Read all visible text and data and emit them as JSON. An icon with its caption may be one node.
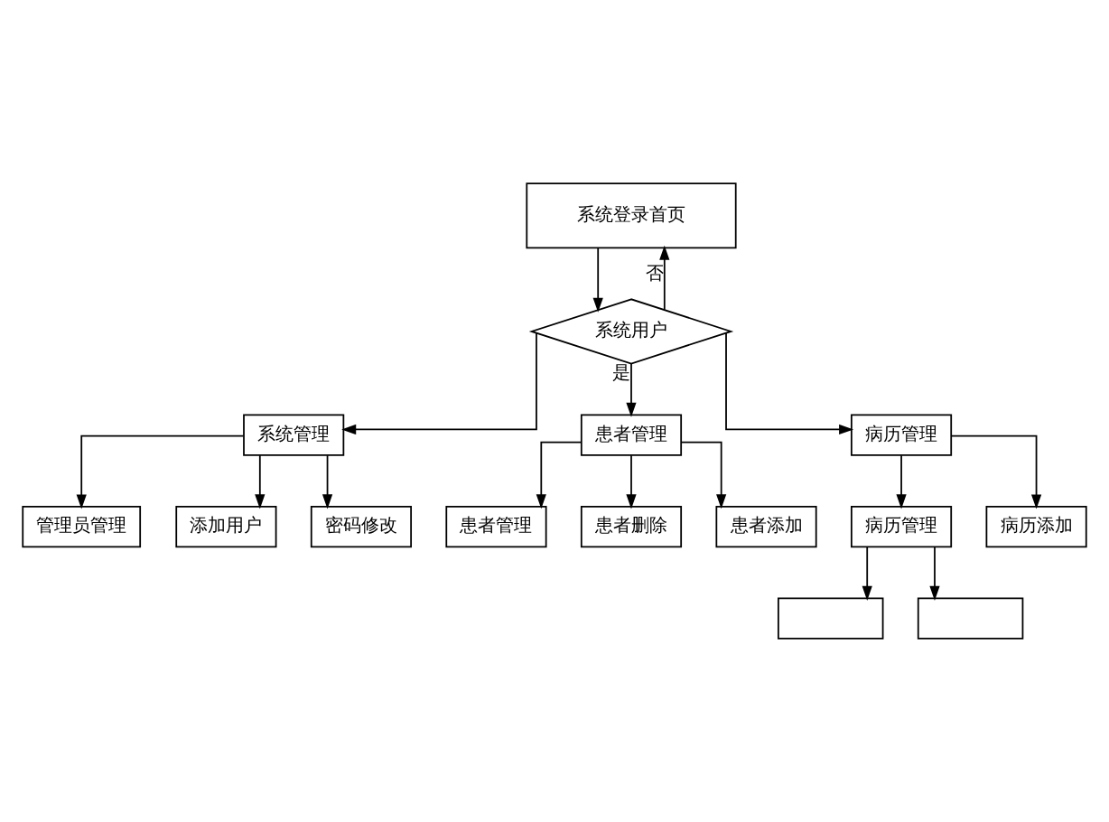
{
  "diagram": {
    "nodes": [
      {
        "text": [
          "系统登录首页"
        ]
      },
      {
        "text": [
          "系统用户"
        ]
      },
      {
        "text": [
          "系统管理"
        ]
      },
      {
        "text": [
          "患者管理"
        ]
      },
      {
        "text": [
          "病历管理"
        ]
      },
      {
        "text": [
          "患者管理"
        ]
      },
      {
        "text": [
          "患者删除"
        ]
      },
      {
        "text": [
          "患者添加"
        ]
      },
      {
        "text": [
          "病历管理"
        ]
      },
      {
        "text": [
          "病历添加"
        ]
      },
      {
        "text": [
          "管理员管理"
        ]
      },
      {
        "text": [
          "添加用户"
        ]
      },
      {
        "text": [
          "密码修改"
        ]
      },
      {
        "text": [],
        "shape": "box"
      },
      {
        "text": [],
        "shape": "box"
      }
    ],
    "edges": [
      {
        "from": 0,
        "to": 1,
        "arrow": "to"
      },
      {
        "from": 1,
        "to": 0,
        "arrow": "to",
        "label": "否"
      },
      {
        "from": 1,
        "to": 2,
        "arrow": "to"
      },
      {
        "from": 1,
        "to": 3,
        "arrow": "to",
        "label": "是"
      },
      {
        "from": 1,
        "to": 4,
        "arrow": "to"
      },
      {
        "from": 3,
        "to": 5,
        "arrow": "to"
      },
      {
        "from": 3,
        "to": 6,
        "arrow": "to"
      },
      {
        "from": 3,
        "to": 7,
        "arrow": "to"
      },
      {
        "from": 4,
        "to": 8,
        "arrow": "to"
      },
      {
        "from": 4,
        "to": 9,
        "arrow": "to"
      },
      {
        "from": 2,
        "to": 10,
        "arrow": "to"
      },
      {
        "from": 2,
        "to": 11,
        "arrow": "to"
      },
      {
        "from": 2,
        "to": 12,
        "arrow": "to"
      },
      {
        "from": 8,
        "to": 13,
        "arrow": "to"
      },
      {
        "from": 8,
        "to": 14,
        "arrow": "to"
      }
    ]
  }
}
